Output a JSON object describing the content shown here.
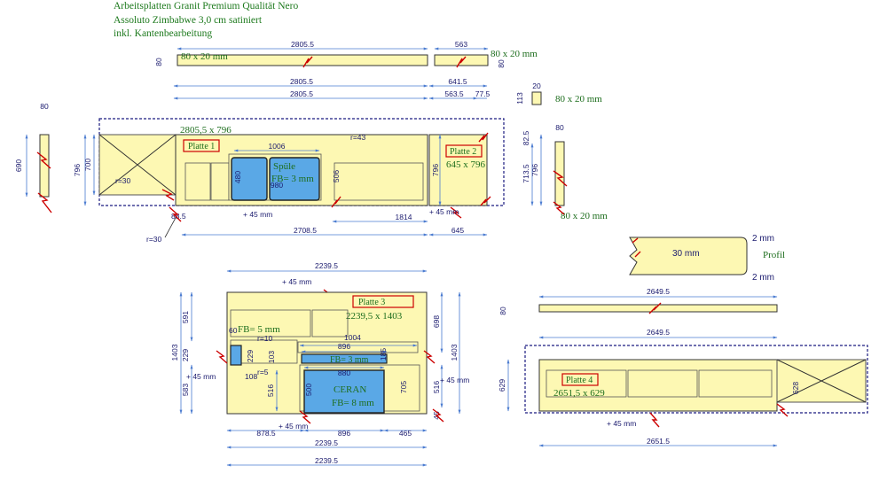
{
  "header": {
    "line1": "Arbeitsplatten Granit Premium Qualität Nero",
    "line2": "Assoluto Zimbabwe 3,0 cm satiniert",
    "line3": "inkl. Kantenbearbeitung"
  },
  "colors": {
    "countertop_fill": "#fdf8b3",
    "sink_fill": "#5aa8e6",
    "dimension_line": "#4a7bd0",
    "plate_label_border": "#cc0000",
    "cut_mark": "#cc0000",
    "text_green": "#1e6e1e",
    "outline_dashed": "#1a1a80"
  },
  "top": {
    "strip1_len": "2805.5",
    "strip1_label": "80 x 20 mm",
    "strip1_h": "80",
    "strip2_len": "563",
    "strip2_label": "80 x 20 mm",
    "strip2_h": "80",
    "small_h": "113",
    "small_w": "20",
    "small_label": "80 x 20 mm",
    "dim_top_a": "2805.5",
    "dim_top_b": "641.5",
    "dim_row2_a": "2805.5",
    "dim_row2_b": "563.5",
    "dim_row2_c": "77.5",
    "left_side_h": "690",
    "left_side_w": "80",
    "plate1_label": "Platte 1",
    "plate1_size": "2805,5 x 796",
    "plate2_label": "Platte 2",
    "plate2_size": "645 x 796",
    "dim_796_left": "796",
    "dim_700": "700",
    "r30_a": "r=30",
    "r30_b": "r=30",
    "r43": "r=43",
    "dim_1006": "1006",
    "dim_480": "480",
    "dim_980": "980",
    "dim_506": "506",
    "sink_label": "Spüle",
    "sink_fb": "FB= 3 mm",
    "dim_796_mid": "796",
    "dim_82_5": "82.5",
    "dim_713_5": "713.5",
    "dim_796_right": "796",
    "right_side_w": "80",
    "right_side_label": "80 x 20 mm",
    "dim_88_5": "88.5",
    "plus45_a": "+ 45 mm",
    "plus45_b": "+ 45 mm",
    "dim_1814": "1814",
    "dim_2708_5": "2708.5",
    "dim_645": "645"
  },
  "profile": {
    "depth": "30 mm",
    "top_label": "2 mm",
    "bottom_label": "2 mm",
    "label": "Profil"
  },
  "plate3": {
    "top_dim": "2239.5",
    "plus45": "+ 45 mm",
    "label": "Platte 3",
    "size": "2239,5 x 1403",
    "fb5": "FB= 5 mm",
    "r10": "r=10",
    "r5": "r=5",
    "dim_1004": "1004",
    "dim_896_a": "896",
    "fb3": "FB= 3 mm",
    "dim_880": "880",
    "ceran": "CERAN",
    "fb8": "FB= 8 mm",
    "dim_591": "591",
    "dim_1403_l": "1403",
    "dim_229": "229",
    "dim_583": "583",
    "plus45_left": "+ 45 mm",
    "dim_60": "60",
    "dim_108": "108",
    "dim_229b": "229",
    "dim_103": "103",
    "dim_516_l": "516",
    "dim_500": "500",
    "dim_185": "185",
    "dim_705": "705",
    "dim_698": "698",
    "dim_1403_r": "1403",
    "dim_516_r": "516",
    "plus45_right": "+ 45 mm",
    "dim_45": "45",
    "plus45_bottom": "+ 45 mm",
    "dim_878_5": "878.5",
    "dim_896_b": "896",
    "dim_465": "465",
    "dim_2239_5_a": "2239.5",
    "dim_2239_5_b": "2239.5"
  },
  "plate4": {
    "strip_len": "2649.5",
    "strip_h": "80",
    "top_dim": "2649.5",
    "label": "Platte 4",
    "size": "2651,5 x 629",
    "dim_629": "629",
    "dim_628": "628",
    "plus45": "+ 45 mm",
    "bottom_dim": "2651.5"
  }
}
